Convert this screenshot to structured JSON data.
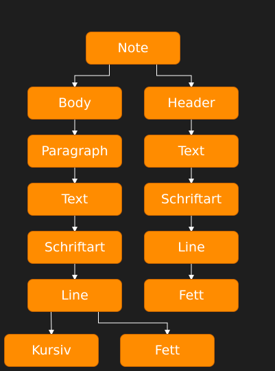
{
  "diagram": {
    "nodes": {
      "note": "Note",
      "body": "Body",
      "header": "Header",
      "paragraph": "Paragraph",
      "text_left": "Text",
      "schriftart_left": "Schriftart",
      "line_left": "Line",
      "kursiv": "Kursiv",
      "fett_bottom": "Fett",
      "text_right": "Text",
      "schriftart_right": "Schriftart",
      "line_right": "Line",
      "fett_right": "Fett"
    },
    "edges": [
      [
        "note",
        "body"
      ],
      [
        "note",
        "header"
      ],
      [
        "body",
        "paragraph"
      ],
      [
        "paragraph",
        "text_left"
      ],
      [
        "text_left",
        "schriftart_left"
      ],
      [
        "schriftart_left",
        "line_left"
      ],
      [
        "line_left",
        "kursiv"
      ],
      [
        "line_left",
        "fett_bottom"
      ],
      [
        "header",
        "text_right"
      ],
      [
        "text_right",
        "schriftart_right"
      ],
      [
        "schriftart_right",
        "line_right"
      ],
      [
        "line_right",
        "fett_right"
      ]
    ],
    "colors": {
      "background": "#1e1e1e",
      "node_fill": "#ff8c00",
      "node_border": "#c86400",
      "node_text": "#ffffff",
      "connector": "#ffffff"
    }
  }
}
